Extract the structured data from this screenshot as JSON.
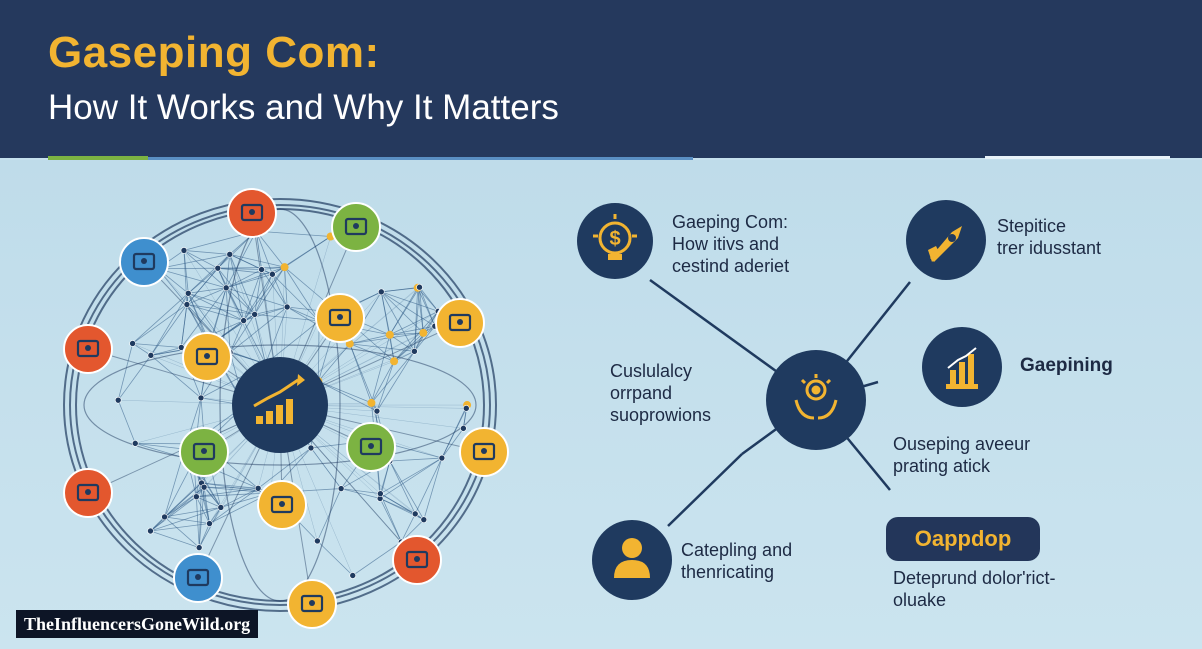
{
  "header": {
    "title": "Gaseping Com:",
    "subtitle": "How It Works and Why It Matters"
  },
  "colors": {
    "header_bg": "#25395d",
    "title": "#f2b431",
    "content_bg": "#c6e1ee",
    "node_dark": "#1f3a5f",
    "accent_yellow": "#f2b431",
    "node_red": "#e3572e",
    "node_green": "#7cb342",
    "node_blue": "#3f8fce"
  },
  "network": {
    "center_icon": "growth-chart-icon",
    "nodes": [
      {
        "icon": "monitor-icon",
        "color": "#e3572e"
      },
      {
        "icon": "laptop-chart-icon",
        "color": "#7cb342"
      },
      {
        "icon": "presentation-icon",
        "color": "#3f8fce"
      },
      {
        "icon": "user-icon",
        "color": "#f2b431"
      },
      {
        "icon": "satellite-icon",
        "color": "#f2b431"
      },
      {
        "icon": "user-icon",
        "color": "#e3572e"
      },
      {
        "icon": "handshake-icon",
        "color": "#f2b431"
      },
      {
        "icon": "target-icon",
        "color": "#7cb342"
      },
      {
        "icon": "settings-icon",
        "color": "#7cb342"
      },
      {
        "icon": "document-icon",
        "color": "#f2b431"
      },
      {
        "icon": "user-icon",
        "color": "#e3572e"
      },
      {
        "icon": "gear-icon",
        "color": "#f2b431"
      },
      {
        "icon": "chart-board-icon",
        "color": "#3f8fce"
      },
      {
        "icon": "screen-icon",
        "color": "#e3572e"
      },
      {
        "icon": "robot-icon",
        "color": "#f2b431"
      }
    ]
  },
  "hub": {
    "icon": "gear-hands-icon"
  },
  "items": [
    {
      "icon": "money-icon",
      "lines": [
        "Gaeping Com:",
        "How itivs and",
        "cestind aderiet"
      ]
    },
    {
      "icon": "rocket-icon",
      "lines": [
        "Stepitice",
        "trer idusstant"
      ]
    },
    {
      "icon": "bar-chart-icon",
      "lines": [
        "Gaepining"
      ]
    },
    {
      "lines": [
        "Cuslulalcy",
        "orrpand",
        "suoprowions"
      ]
    },
    {
      "lines": [
        "Ouseping aveeur",
        "prating atick"
      ]
    },
    {
      "icon": "person-icon",
      "lines": [
        "Catepling and",
        "thenricating"
      ]
    },
    {
      "lines": [
        "Deteprund dolor'rict-",
        "oluake"
      ]
    }
  ],
  "badge": {
    "label": "Oappdop"
  },
  "watermark": "TheInfluencersGoneWild.org"
}
